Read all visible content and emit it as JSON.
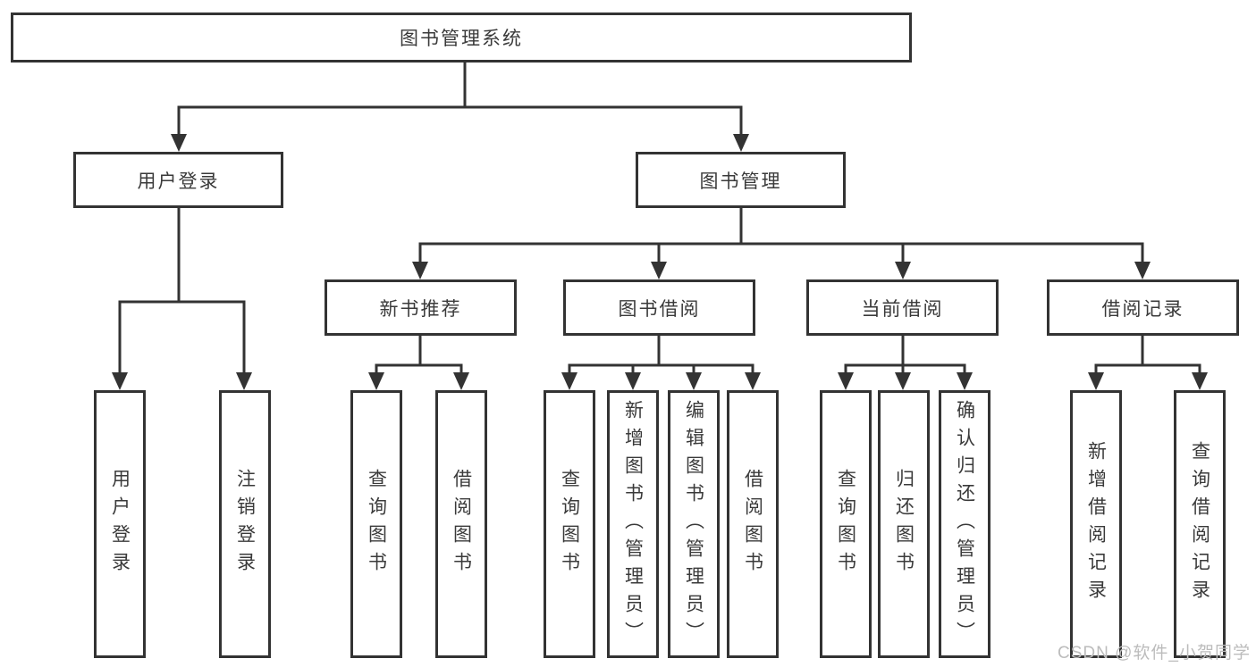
{
  "nodes": {
    "root": "图书管理系统",
    "user_login": "用户登录",
    "book_management": "图书管理",
    "new_book_recommend": "新书推荐",
    "book_borrow": "图书借阅",
    "current_borrow": "当前借阅",
    "borrow_records": "借阅记录",
    "leaf_user_login": "用户登录",
    "leaf_logout": "注销登录",
    "leaf_nbr_query_books": "查询图书",
    "leaf_nbr_borrow_books": "借阅图书",
    "leaf_bb_query_books": "查询图书",
    "leaf_bb_add_books": "新增图书（管理员）",
    "leaf_bb_edit_books": "编辑图书（管理员）",
    "leaf_bb_borrow_books": "借阅图书",
    "leaf_cb_query_books": "查询图书",
    "leaf_cb_return_books": "归还图书",
    "leaf_cb_confirm_return": "确认归还（管理员）",
    "leaf_br_add_record": "新增借阅记录",
    "leaf_br_query_record": "查询借阅记录"
  },
  "watermark": "CSDN @软件_小贺同学",
  "colors": {
    "line": "#333333",
    "text": "#3a3a3a",
    "watermark": "#bcbcbc",
    "background": "#ffffff"
  }
}
